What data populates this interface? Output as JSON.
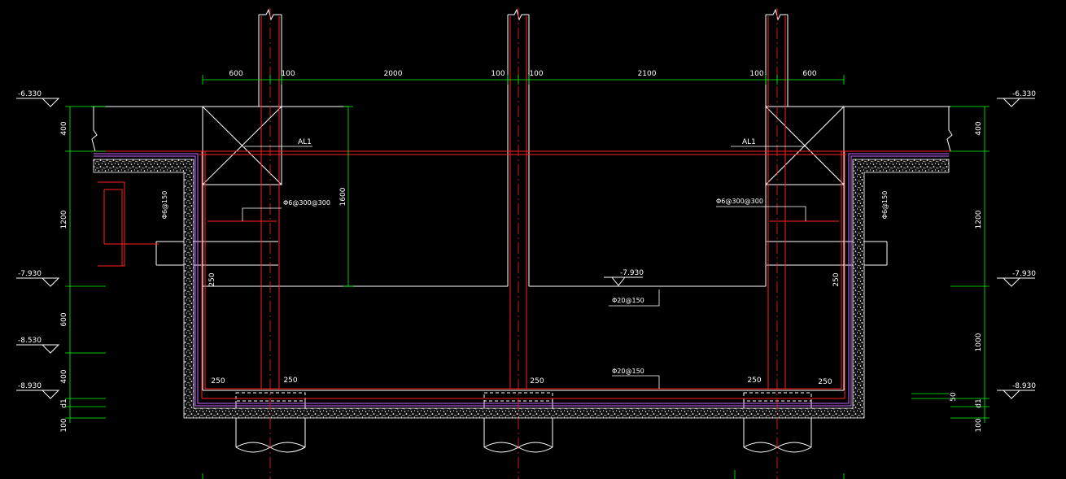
{
  "colors": {
    "background": "#000000",
    "concrete": "#ffffff",
    "rebar": "#ff2020",
    "dimension": "#00ff00",
    "membrane": "#cc66ff",
    "text": "#ffffff"
  },
  "top_dims": [
    "600",
    "100",
    "2000",
    "100",
    "100",
    "2100",
    "100",
    "600"
  ],
  "levels": {
    "top": "-6.330",
    "mid": "-7.930",
    "l1": "-8.530",
    "l2": "-8.930"
  },
  "left_dims": [
    "400",
    "1200",
    "600",
    "400",
    "d1",
    "100"
  ],
  "right_dims": [
    "400",
    "1200",
    "1000",
    "50",
    "d1",
    "100"
  ],
  "labels": {
    "beam_left": "AL1",
    "beam_right": "AL1",
    "stirrup_left": "Φ6@300@300",
    "stirrup_right": "Φ6@300@300",
    "wall_bar_left": "Φ6@150",
    "wall_bar_right": "Φ6@150",
    "height_1600": "1600",
    "inner_level": "-7.930",
    "slab_bar_1": "Φ20@150",
    "slab_bar_2": "Φ20@150",
    "d250_wall_left": "250",
    "d250_wall_right": "250",
    "b250_1": "250",
    "b250_2": "250",
    "b250_3": "250",
    "b250_4": "250",
    "b250_5": "250"
  }
}
